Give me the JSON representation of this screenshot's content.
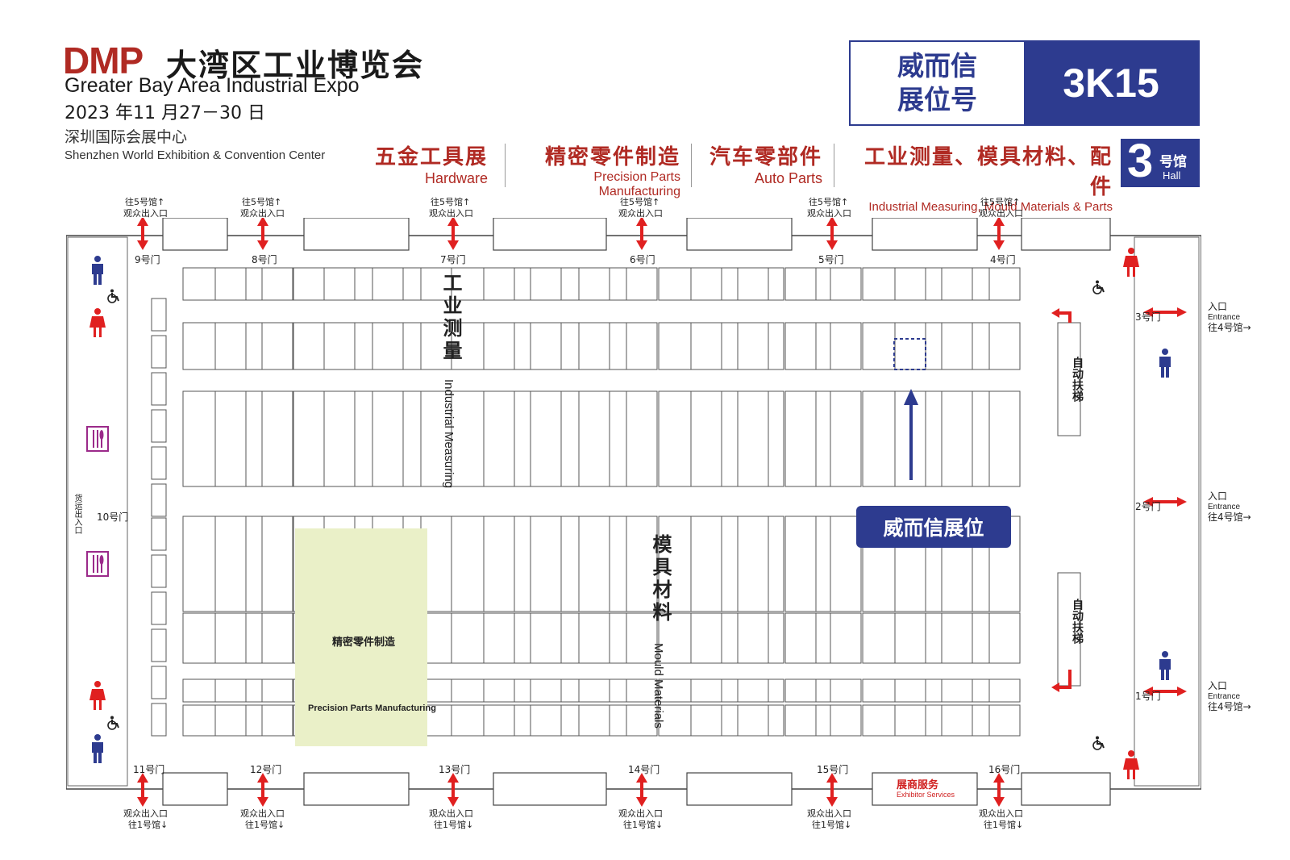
{
  "header": {
    "logo": "DMP",
    "title_cn": "大湾区工业博览会",
    "title_en": "Greater Bay Area Industrial Expo",
    "date": "2023 年11 月27－30 日",
    "venue_cn": "深圳国际会展中心",
    "venue_en": "Shenzhen World Exhibition & Convention Center"
  },
  "booth": {
    "label_line1": "威而信",
    "label_line2": "展位号",
    "number": "3K15"
  },
  "categories": [
    {
      "cn": "五金工具展",
      "en": "Hardware"
    },
    {
      "cn": "精密零件制造",
      "en": "Precision Parts Manufacturing"
    },
    {
      "cn": "汽车零部件",
      "en": "Auto Parts"
    },
    {
      "cn": "工业测量、模具材料、配件",
      "en": "Industrial Measuring, Mould Materials & Parts"
    }
  ],
  "hall": {
    "number": "3",
    "cn": "号馆",
    "en": "Hall"
  },
  "top_doors": [
    {
      "dest": "往5号馆",
      "exit": "观众出入口",
      "door": "9号门"
    },
    {
      "dest": "往5号馆",
      "exit": "观众出入口",
      "door": "8号门"
    },
    {
      "dest": "往5号馆",
      "exit": "观众出入口",
      "door": "7号门"
    },
    {
      "dest": "往5号馆",
      "exit": "观众出入口",
      "door": "6号门"
    },
    {
      "dest": "往5号馆",
      "exit": "观众出入口",
      "door": "5号门"
    },
    {
      "dest": "往5号馆",
      "exit": "观众出入口",
      "door": "4号门"
    }
  ],
  "bottom_doors": [
    {
      "door": "11号门",
      "exit": "观众出入口",
      "dest": "往1号馆"
    },
    {
      "door": "12号门",
      "exit": "观众出入口",
      "dest": "往1号馆"
    },
    {
      "door": "13号门",
      "exit": "观众出入口",
      "dest": "往1号馆"
    },
    {
      "door": "14号门",
      "exit": "观众出入口",
      "dest": "往1号馆"
    },
    {
      "door": "15号门",
      "exit": "观众出入口",
      "dest": "往1号馆"
    },
    {
      "door": "16号门",
      "exit": "观众出入口",
      "dest": "往1号馆"
    }
  ],
  "right_doors": [
    {
      "door": "3号门",
      "entry_cn": "入口",
      "entry_en": "Entrance",
      "dest": "往4号馆"
    },
    {
      "door": "2号门",
      "entry_cn": "入口",
      "entry_en": "Entrance",
      "dest": "往4号馆"
    },
    {
      "door": "1号门",
      "entry_cn": "入口",
      "entry_en": "Entrance",
      "dest": "往4号馆"
    }
  ],
  "left": {
    "door10": "10号门",
    "cargo": "货运出入口"
  },
  "zones": {
    "industrial_cn": "工业测量",
    "industrial_en": "Industrial Measuring",
    "mould_cn": "模具材料",
    "mould_en": "Mould Materials",
    "precision_cn": "精密零件制造",
    "precision_en": "Precision Parts Manufacturing"
  },
  "escalator": "自动扶梯",
  "callout": "威而信展位",
  "exhibitor_services": {
    "cn": "展商服务",
    "en": "Exhibitor Services"
  },
  "colors": {
    "brand_red": "#b02a23",
    "navy": "#2d3b8f",
    "arrow_red": "#e02020",
    "zone_green": "#eaf0c8",
    "restroom_red": "#e02020",
    "dining_purple": "#9b2a8a"
  },
  "icons": [
    "male-restroom-icon",
    "female-restroom-icon",
    "wheelchair-icon",
    "dining-icon",
    "double-arrow-icon"
  ]
}
